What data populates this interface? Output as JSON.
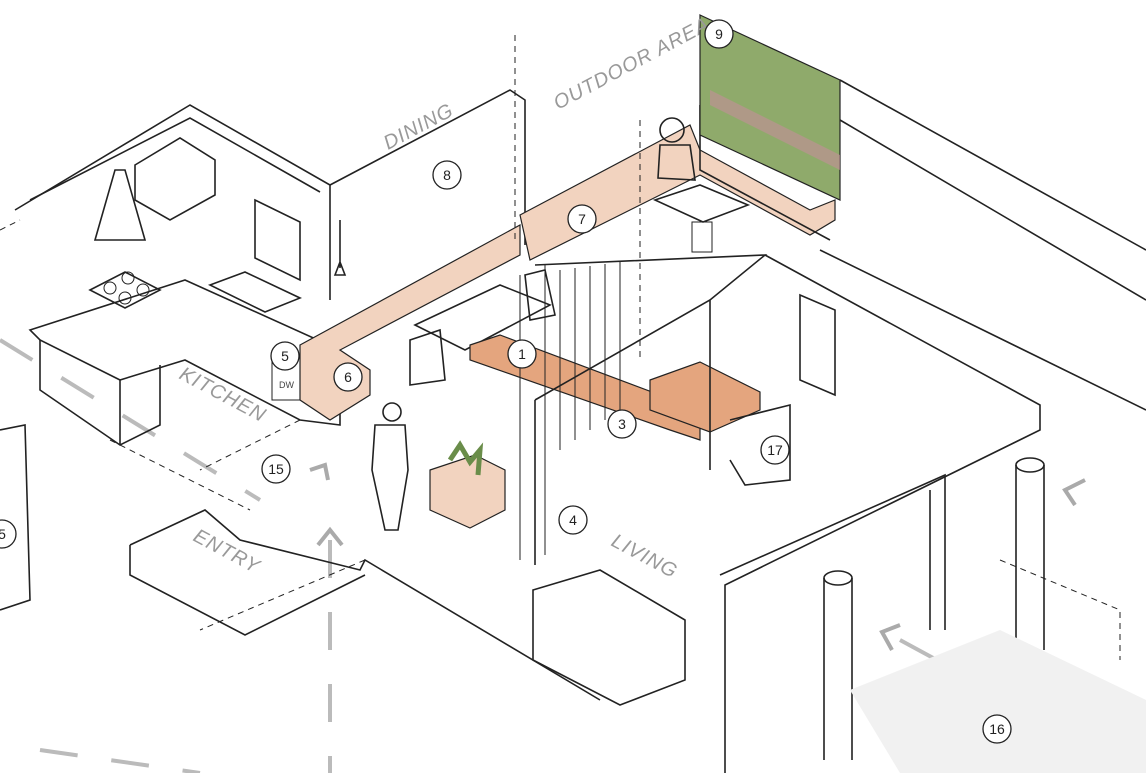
{
  "rooms": {
    "dining": "DINING",
    "outdoor_area": "OUTDOOR AREA",
    "kitchen": "KITCHEN",
    "entry": "ENTRY",
    "living": "LIVING"
  },
  "appliance_label": "DW",
  "callouts": [
    "1",
    "3",
    "4",
    "5",
    "6",
    "7",
    "8",
    "9",
    "15",
    "16",
    "17",
    "5"
  ],
  "colors": {
    "timber_light": "#f2d3bf",
    "timber_dark": "#e4a57e",
    "line": "#222222",
    "room_label": "#999999"
  }
}
